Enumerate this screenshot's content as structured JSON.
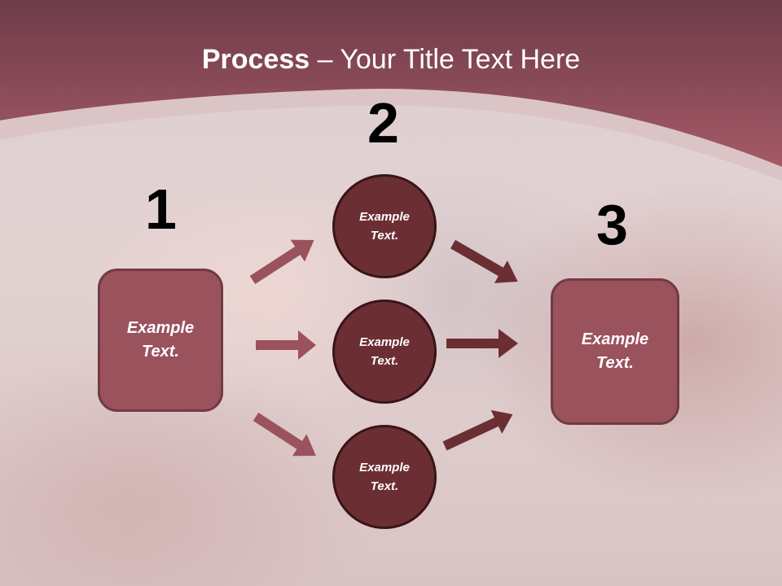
{
  "slide": {
    "title_bold": "Process",
    "title_rest": " – Your Title Text Here",
    "colors": {
      "header_top": "#6e3b48",
      "header_bottom": "#a05663",
      "box_fill": "#9a525d",
      "box_border": "#713a45",
      "circle_fill": "#6b2f33",
      "circle_border": "#3a1417",
      "arrow_left": "#9a525d",
      "arrow_right": "#6b2f33"
    }
  },
  "steps": [
    {
      "number": "1",
      "label": "Example Text."
    },
    {
      "number": "2",
      "label": "Example Text."
    },
    {
      "number": "3",
      "label": "Example Text."
    }
  ],
  "circles": [
    {
      "label": "Example Text."
    },
    {
      "label": "Example Text."
    },
    {
      "label": "Example Text."
    }
  ]
}
